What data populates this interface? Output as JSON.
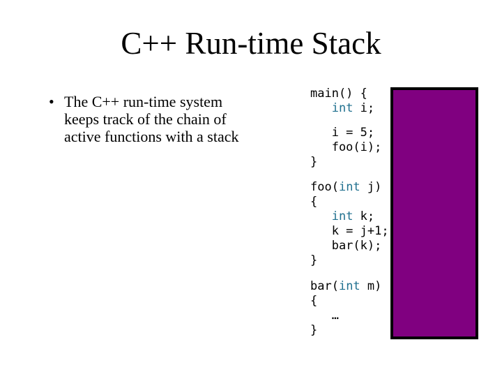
{
  "slide": {
    "title": "C++ Run-time Stack",
    "bullet": {
      "marker": "•",
      "lines": [
        "The C++ run-time system",
        "keeps track of the chain of",
        "active functions with a stack"
      ]
    },
    "code": {
      "keyword_color": "#20708f",
      "text_color": "#000000",
      "blocks": [
        {
          "name": "main-function",
          "lines": [
            [
              {
                "t": "main() {"
              }
            ],
            [
              {
                "t": "   "
              },
              {
                "t": "int",
                "k": true
              },
              {
                "t": " i;"
              }
            ],
            [
              {
                "t": ""
              }
            ],
            [
              {
                "t": "   i = 5;"
              }
            ],
            [
              {
                "t": "   foo(i);"
              }
            ],
            [
              {
                "t": "}"
              }
            ]
          ]
        },
        {
          "name": "foo-function",
          "lines": [
            [
              {
                "t": "foo("
              },
              {
                "t": "int",
                "k": true
              },
              {
                "t": " j)"
              }
            ],
            [
              {
                "t": "{"
              }
            ],
            [
              {
                "t": "   "
              },
              {
                "t": "int",
                "k": true
              },
              {
                "t": " k;"
              }
            ],
            [
              {
                "t": "   k = j+1;"
              }
            ],
            [
              {
                "t": "   bar(k);"
              }
            ],
            [
              {
                "t": "}"
              }
            ]
          ]
        },
        {
          "name": "bar-function",
          "lines": [
            [
              {
                "t": "bar("
              },
              {
                "t": "int",
                "k": true
              },
              {
                "t": " m)"
              }
            ],
            [
              {
                "t": "{"
              }
            ],
            [
              {
                "t": "   …"
              }
            ],
            [
              {
                "t": "}"
              }
            ]
          ]
        }
      ]
    },
    "stack": {
      "fill_color": "#800080",
      "border_color": "#000000"
    }
  }
}
